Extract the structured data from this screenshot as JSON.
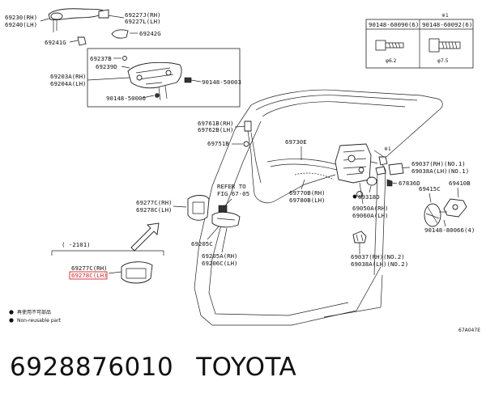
{
  "labels": {
    "p69230": "69230(RH)",
    "p69240": "69240(LH)",
    "p69227j": "69227J(RH)",
    "p69227l": "69227L(LH)",
    "p69242g": "69242G",
    "p69241g": "69241G",
    "p69237b": "69237B",
    "p69239d": "69239D",
    "p69203a": "69203A(RH)",
    "p69204a": "69204A(LH)",
    "p90148_50003": "90148-50003",
    "p90148_50006": "90148-50006",
    "p69761b": "69761B(RH)",
    "p69762b": "69762B(LH)",
    "p69751b": "69751B",
    "p69730e": "69730E",
    "refer1": "REFER TO",
    "refer2": "FIG 67-05",
    "p69277c_rh": "69277C(RH)",
    "p69278c_lh": "69278C(LH)",
    "p69770b": "69770B(RH)",
    "p69780b": "69780B(LH)",
    "p69318d": "69318D",
    "p69050a": "69050A(RH)",
    "p69060a": "69060A(LH)",
    "p69205c": "69205C",
    "p69205a": "69205A(RH)",
    "p69206c": "69206C(LH)",
    "p69037_rh1": "69037(RH)(NO.1)",
    "p69038a_lh1": "69038A(LH)(NO.1)",
    "p67836d": "67836D",
    "p69415c": "69415C",
    "p69410b": "69410B",
    "p90148_80066": "90148-80066(4)",
    "p69037_rh2": "69037(RH)(NO.2)",
    "p69038a_lh2": "69038A(LH)(NO.2)",
    "range": "(   -2101)",
    "p69277c_rh2": "69277C(RH)",
    "p69278c_lh_hl": "69278C(LH)",
    "table_mark": "※1",
    "table_col1": "90148-60090(6)",
    "table_col2": "90148-60092(6)",
    "dim1": "φ6.2",
    "dim2": "φ7.5",
    "mark_star": "※1",
    "legend_jp": "再使用不可部品",
    "legend_en": "Non-reusable part",
    "figure_code": "67A047E"
  },
  "footer": {
    "part_number": "6928876010",
    "brand": "TOYOTA"
  },
  "colors": {
    "highlight": "#d7262b",
    "line": "#222222"
  }
}
